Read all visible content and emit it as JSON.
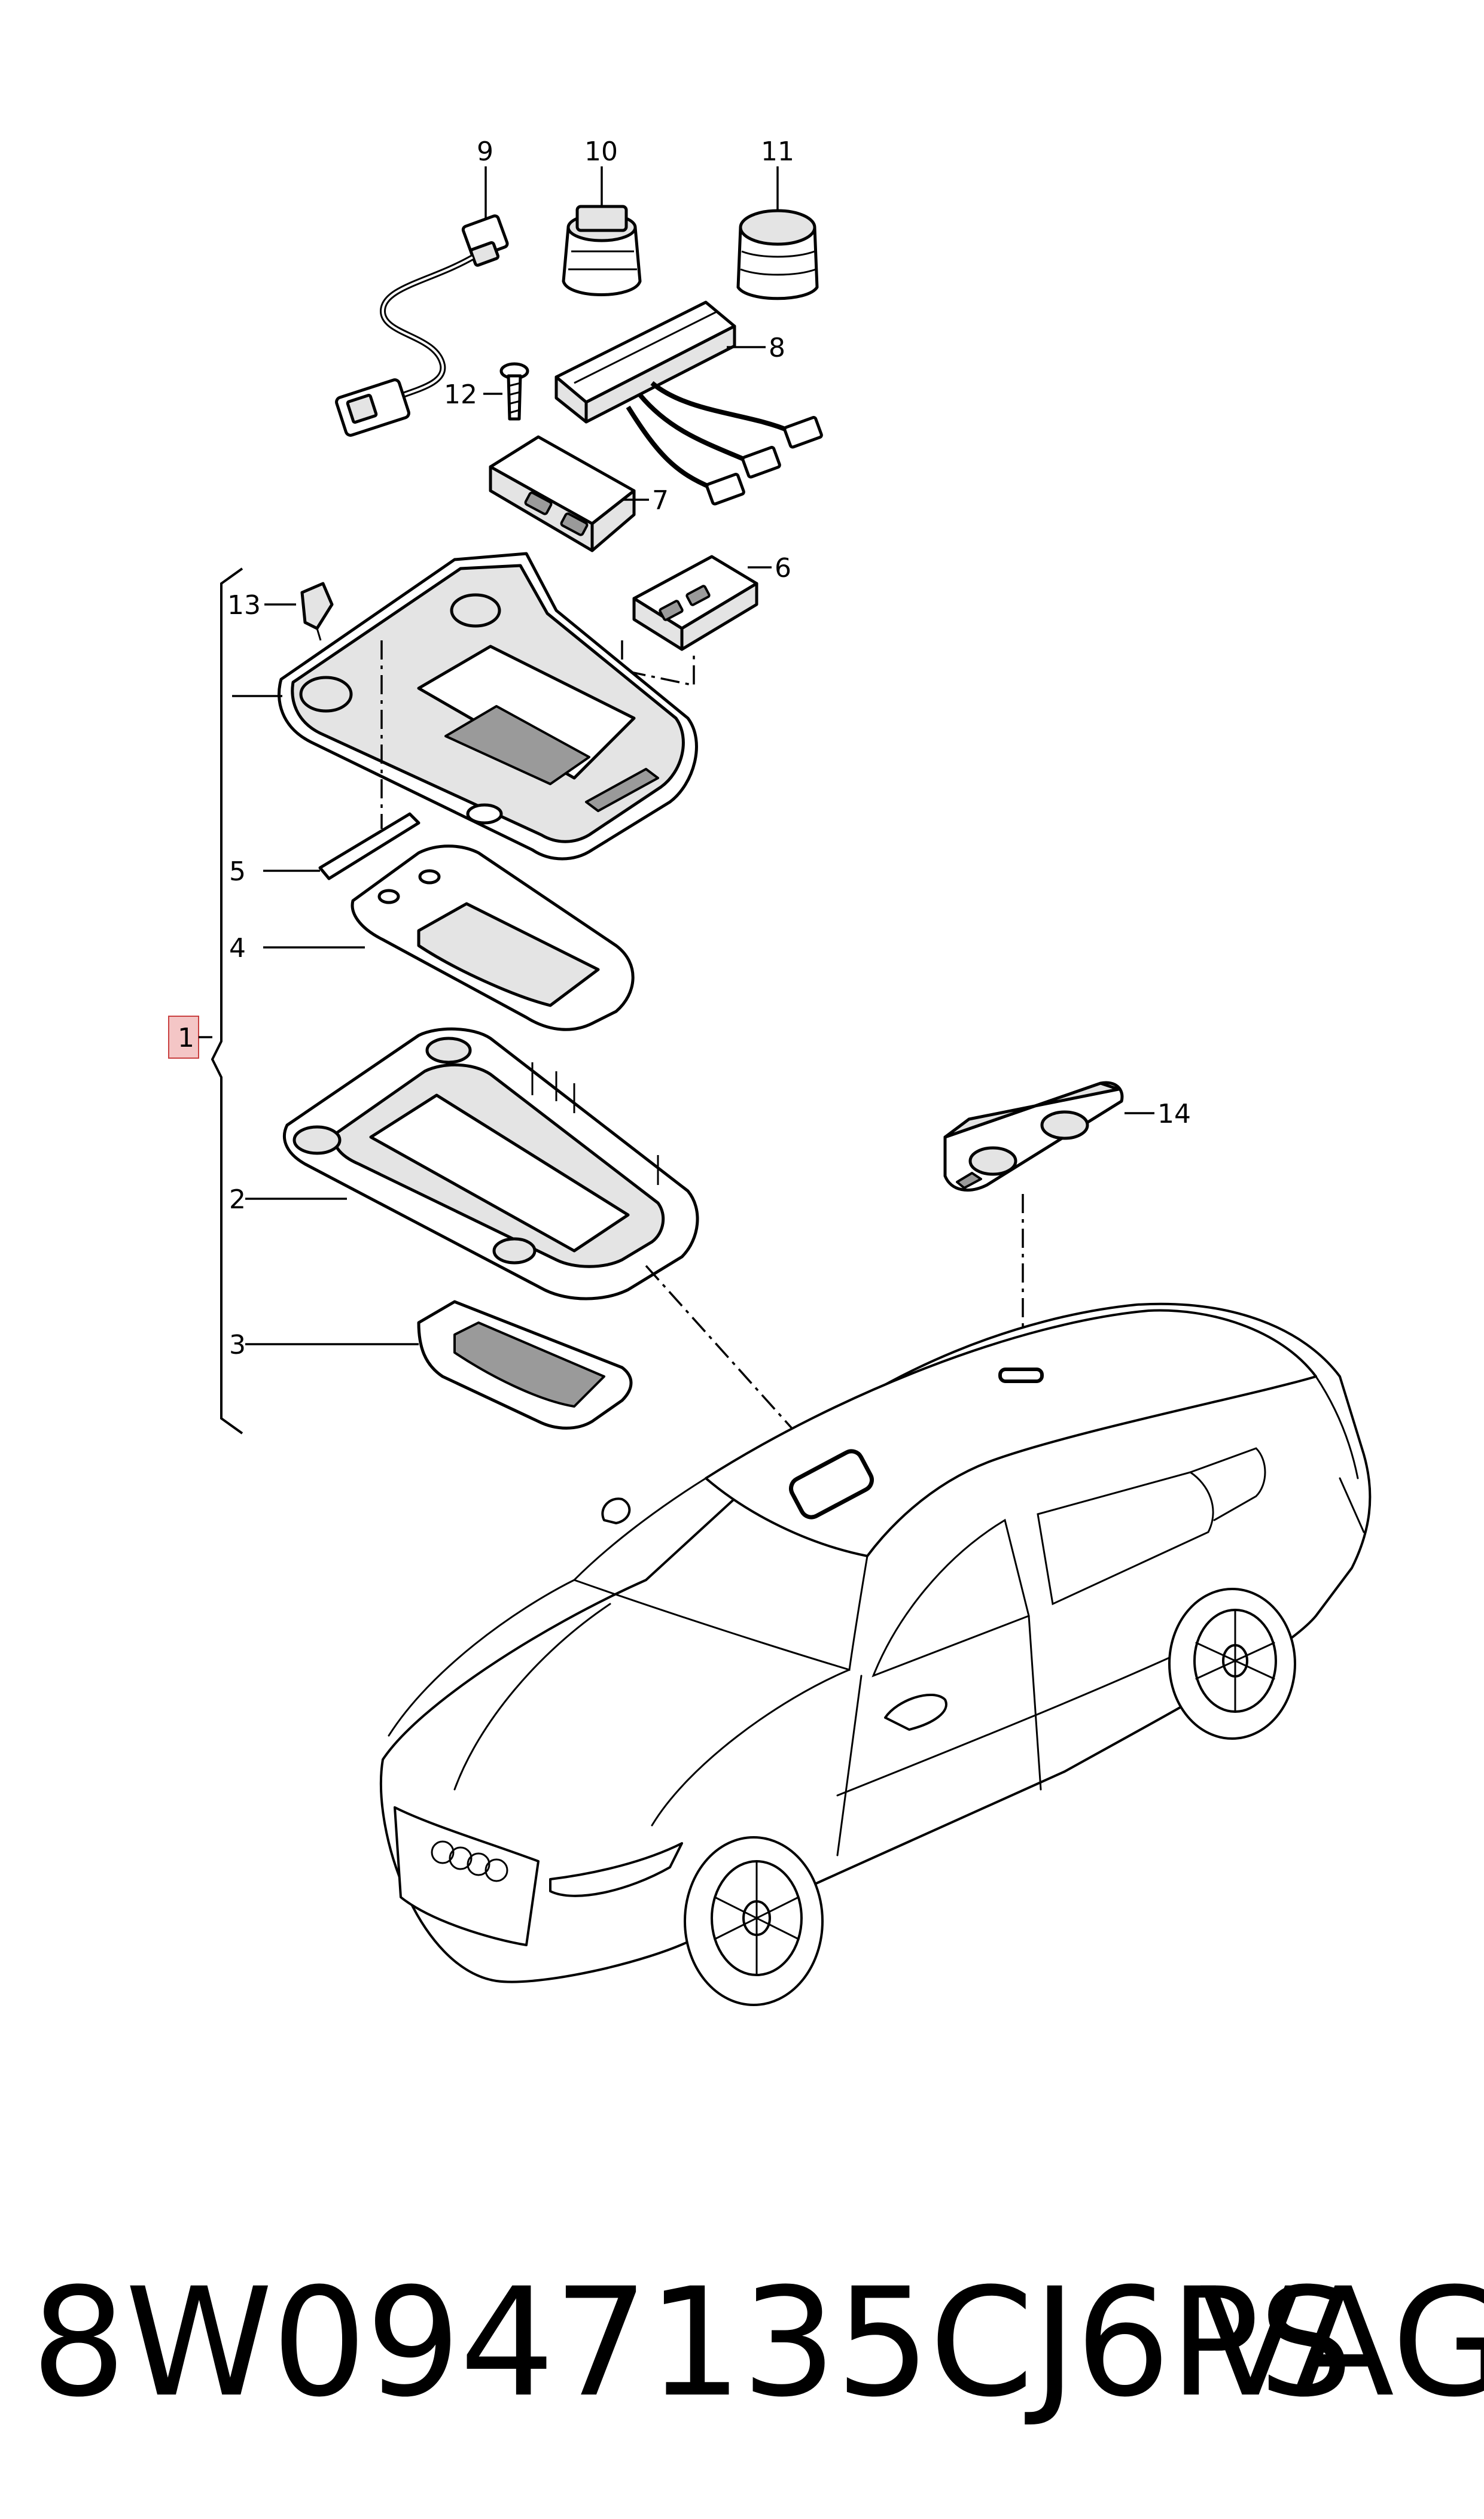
{
  "callouts": {
    "c1": "1",
    "c2": "2",
    "c3": "3",
    "c4": "4",
    "c5": "5",
    "c6": "6",
    "c7": "7",
    "c8": "8",
    "c9": "9",
    "c10": "10",
    "c11": "11",
    "c12": "12",
    "c13": "13",
    "c14": "14"
  },
  "footer": {
    "part_number": "8W0947135CJ6PS",
    "brand": "VAG"
  },
  "colors": {
    "line": "#000000",
    "background": "#ffffff",
    "highlight_box": "#f4c6c6"
  }
}
